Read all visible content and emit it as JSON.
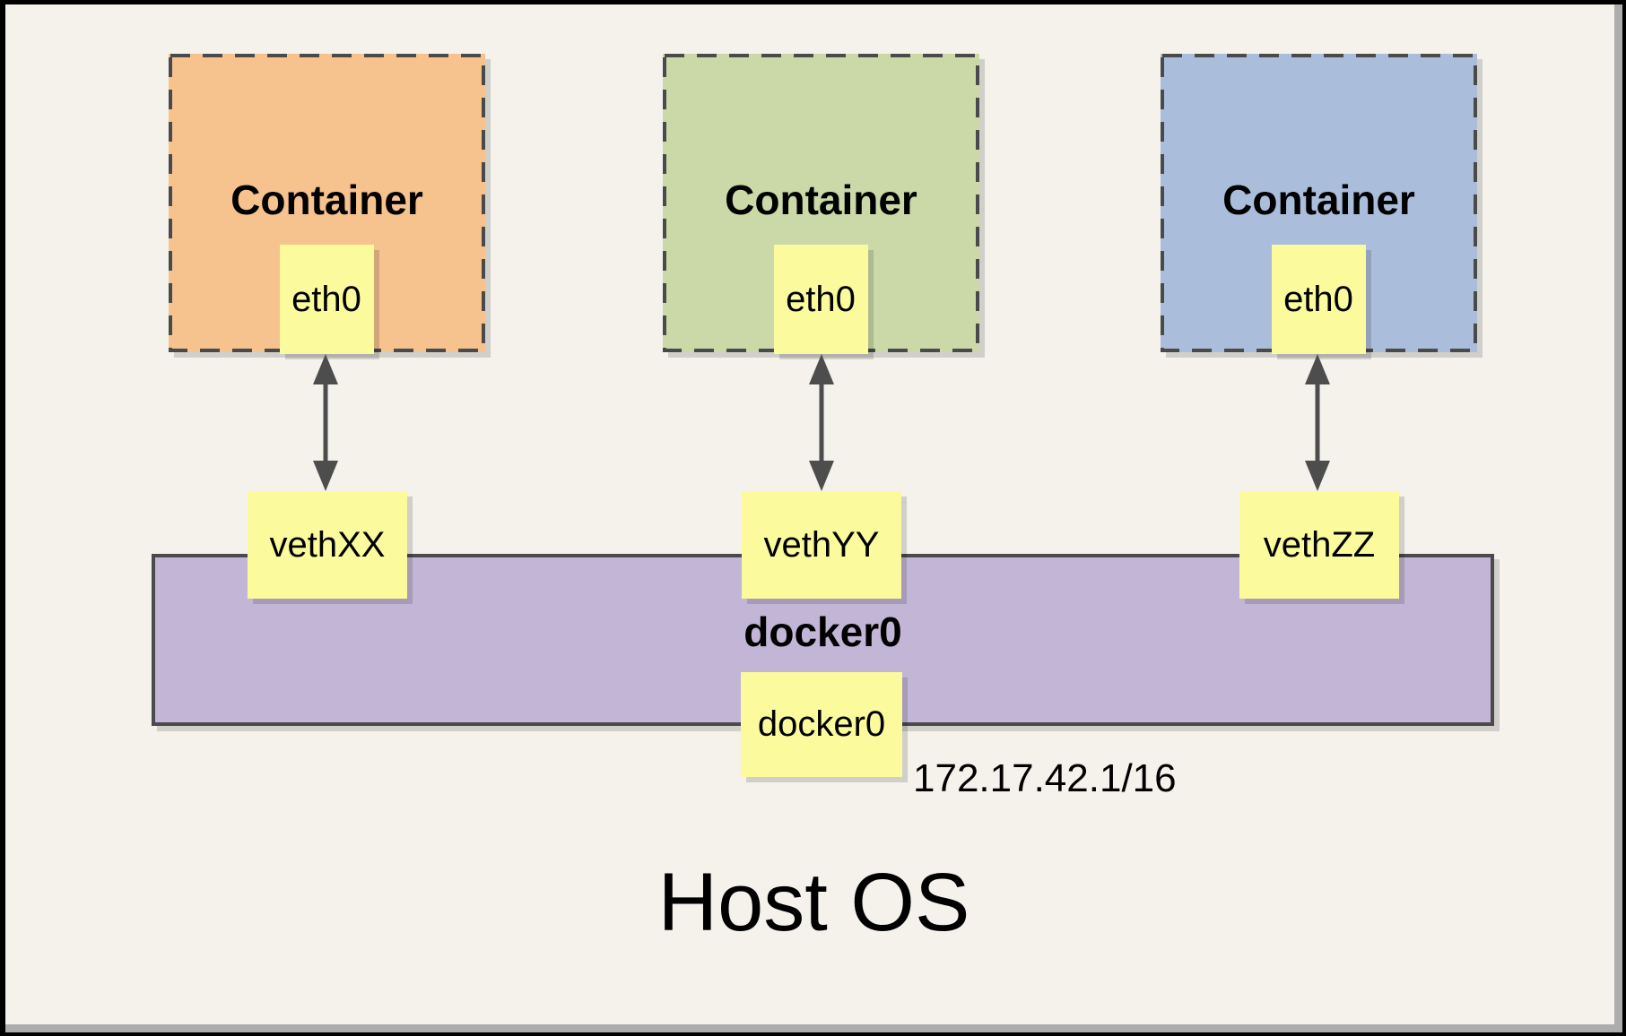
{
  "containers": [
    {
      "label": "Container",
      "eth": "eth0",
      "fill": "#F6C28E"
    },
    {
      "label": "Container",
      "eth": "eth0",
      "fill": "#CBD9A8"
    },
    {
      "label": "Container",
      "eth": "eth0",
      "fill": "#AABDDB"
    }
  ],
  "veths": [
    {
      "label": "vethXX"
    },
    {
      "label": "vethYY"
    },
    {
      "label": "vethZZ"
    }
  ],
  "bridge": {
    "label": "docker0",
    "box_label": "docker0",
    "ip": "172.17.42.1/16",
    "fill": "#C3B5D6"
  },
  "host": {
    "label": "Host OS"
  },
  "colors": {
    "background": "#F4F2EB",
    "note_yellow": "#FBFB9E",
    "dashed_border": "#4A4A4A",
    "arrow": "#4D4D4D",
    "frame_black": "#000000",
    "frame_gray": "#ADADAD"
  }
}
